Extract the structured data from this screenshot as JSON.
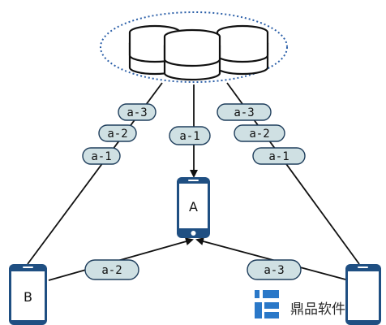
{
  "nodes": {
    "phone_a": "A",
    "phone_b": "B"
  },
  "labels": {
    "left_edge": [
      "a-3",
      "a-2",
      "a-1"
    ],
    "center_edge": [
      "a-1"
    ],
    "right_edge": [
      "a-3",
      "a-2",
      "a-1"
    ],
    "b_to_a": [
      "a-2"
    ],
    "c_to_a": [
      "a-3"
    ]
  },
  "watermark": {
    "text": "鼎品软件"
  },
  "colors": {
    "phone": "#1f4f82",
    "pill_fill": "#cfe0e3",
    "pill_stroke": "#1f3e5c",
    "cloud_outline": "#2b5fa8",
    "watermark_blue": "#2a78c8"
  }
}
